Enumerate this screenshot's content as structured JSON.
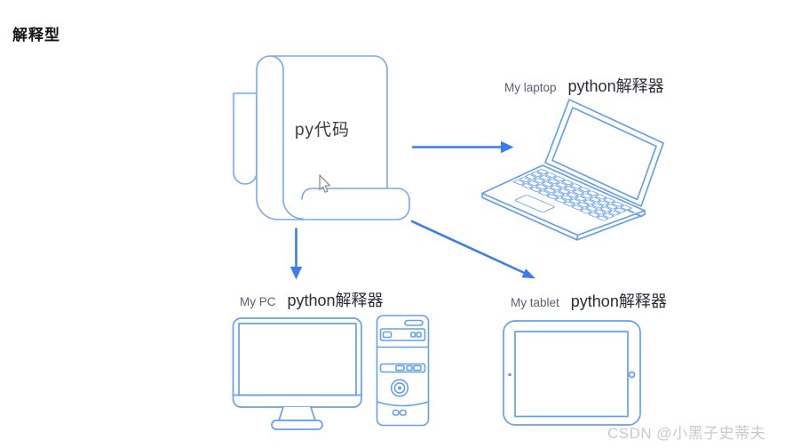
{
  "title": "解释型",
  "scroll": {
    "label": "py代码"
  },
  "nodes": [
    {
      "name": "My laptop",
      "interpreter": "python解释器"
    },
    {
      "name": "My PC",
      "interpreter": "python解释器"
    },
    {
      "name": "My tablet",
      "interpreter": "python解释器"
    }
  ],
  "watermark": "CSDN @小黑子史蒂夫",
  "colors": {
    "arrow": "#3b7df0",
    "device_outline": "#66a0ec",
    "scroll_outline": "#79a7ee",
    "title_text": "#141414",
    "device_name_text": "#57606e",
    "interpreter_text": "#2a2d33",
    "code_text": "#3a3d42",
    "watermark_text": "#c6cad0"
  }
}
